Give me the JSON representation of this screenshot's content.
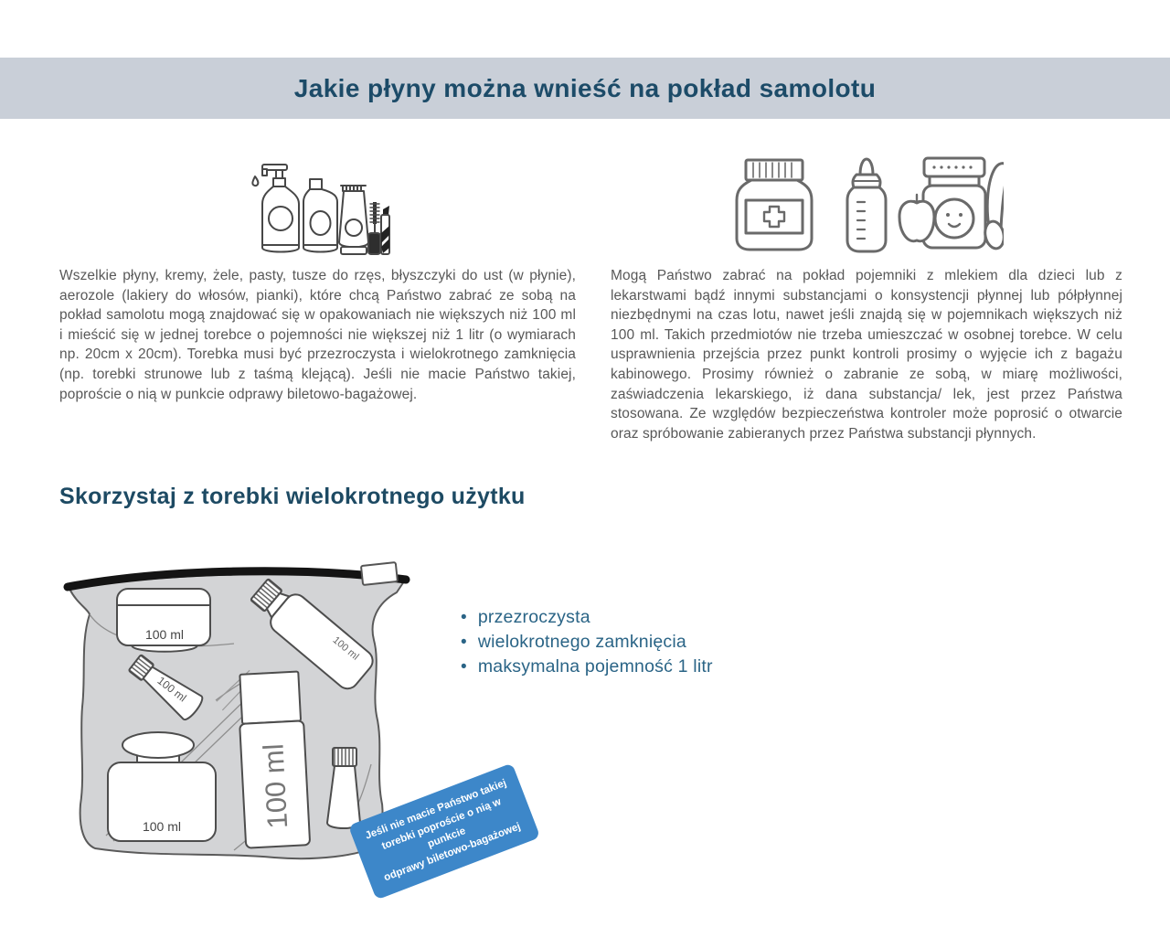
{
  "page": {
    "title": "Jakie płyny można wnieść na pokład samolotu"
  },
  "colors": {
    "banner_bg": "#c9cfd8",
    "title_text": "#1c4b68",
    "heading_text": "#1d4a63",
    "body_text": "#585858",
    "bullet_text": "#2a6486",
    "tag_bg": "#3d87c9",
    "tag_text": "#ffffff",
    "bag_fill": "#d3d4d6",
    "icon_stroke_left": "#474747",
    "icon_stroke_right": "#6a6a6a"
  },
  "columns": {
    "left": {
      "icon_names": [
        "pump-bottle-icon",
        "cosmetic-bottle-icon",
        "cream-tube-icon",
        "mascara-icon",
        "lipstick-icon"
      ],
      "paragraph": "Wszelkie płyny, kremy, żele, pasty, tusze do rzęs, błyszczyki do ust (w płynie), aerozole (lakiery do włosów, pianki), które chcą Państwo zabrać ze sobą na pokład samolotu mogą znajdować się w opakowaniach nie większych niż 100 ml i mieścić się w jednej torebce o pojemności nie większej niż 1 litr (o wymiarach np. 20cm x 20cm). Torebka musi być przezroczysta i wielokrotnego zamknięcia (np. torebki strunowe lub z taśmą klejącą). Jeśli nie macie Państwo takiej, poproście o nią w punkcie odprawy biletowo-bagażowej."
    },
    "right": {
      "icon_names": [
        "medicine-jar-icon",
        "baby-bottle-icon",
        "baby-food-jar-icon"
      ],
      "paragraph": "Mogą Państwo zabrać na pokład pojemniki z mlekiem dla dzieci lub z lekarstwami bądź innymi substancjami o konsystencji płynnej lub półpłynnej niezbędnymi na czas lotu, nawet jeśli znajdą się w pojemnikach większych niż 100 ml. Takich przedmiotów nie trzeba umieszczać w osobnej torebce. W celu usprawnienia przejścia przez punkt kontroli prosimy o wyjęcie ich z bagażu kabinowego. Prosimy również o zabranie ze sobą, w miarę możliwości, zaświadczenia lekarskiego, iż dana substancja/ lek, jest przez Państwa stosowana. Ze względów bezpieczeństwa kontroler może poprosić o otwarcie oraz spróbowanie zabieranych przez Państwa substancji płynnych."
    }
  },
  "section": {
    "heading": "Skorzystaj z torebki wielokrotnego użytku",
    "bullet_marker": "•",
    "bullets": [
      "przezroczysta",
      "wielokrotnego zamknięcia",
      "maksymalna pojemność 1 litr"
    ],
    "bag": {
      "labels": {
        "jar_top": "100 ml",
        "bottle_right": "100 ml",
        "tube_diagonal": "100 ml",
        "jar_bottom": "100 ml",
        "bottle_center": "100 ml"
      },
      "tag_lines": [
        "Jeśli nie macie Państwo takiej",
        "torebki poproście o nią w punkcie",
        "odprawy biletowo-bagażowej"
      ]
    }
  }
}
